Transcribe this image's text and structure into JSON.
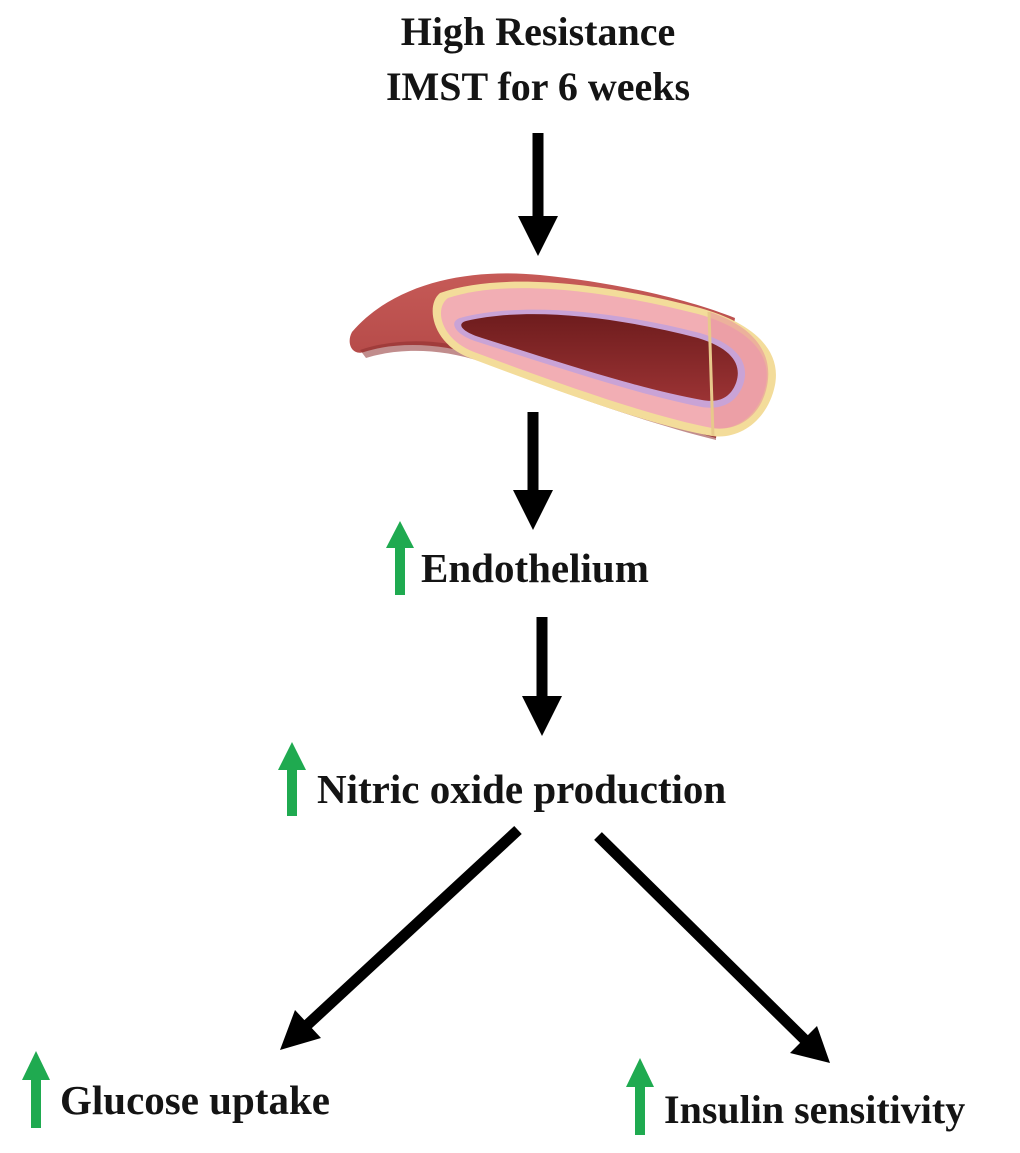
{
  "title": {
    "line1": "High Resistance",
    "line2": "IMST for 6 weeks"
  },
  "nodes": {
    "endothelium": "Endothelium",
    "nitric_oxide": "Nitric oxide production",
    "glucose": "Glucose uptake",
    "insulin": "Insulin sensitivity"
  },
  "colors": {
    "arrow_black": "#000000",
    "arrow_increase": "#1faa50",
    "vessel_outer": "#b94a48",
    "vessel_wall": "#f2aeb4",
    "vessel_lumen": "#8b2a2a",
    "vessel_rim": "#f3dc9a"
  },
  "icons": {
    "increase": "arrow-up-icon",
    "flow": "arrow-down-icon",
    "vessel": "blood-vessel-icon"
  }
}
